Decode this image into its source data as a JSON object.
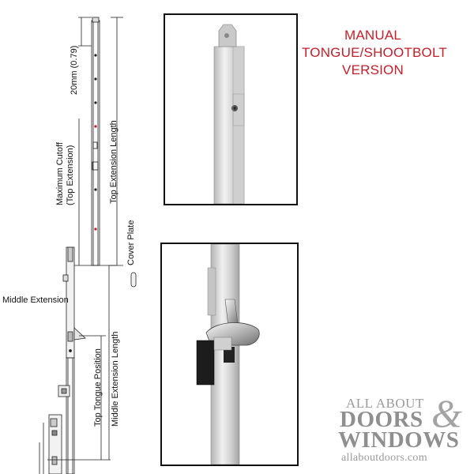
{
  "title": {
    "line1": "MANUAL",
    "line2": "TONGUE/SHOOTBOLT",
    "line3": "VERSION",
    "color": "#c21f2a"
  },
  "diagram": {
    "labels": {
      "dim_20mm": "20mm (0.79)",
      "max_cutoff_line1": "Maximum Cutoff",
      "max_cutoff_line2": "(Top Extension)",
      "top_extension_length": "Top Extension Length",
      "cover_plate": "Cover Plate",
      "middle_extension": "Middle Extension",
      "middle_extension_length": "Middle Extension Length",
      "top_tongue_position": "Top Tongue Position"
    }
  },
  "logo": {
    "line1": "ALL ABOUT",
    "line2": "DOORS",
    "ampersand": "&",
    "line3": "WINDOWS",
    "url": "allaboutdoors.com"
  }
}
